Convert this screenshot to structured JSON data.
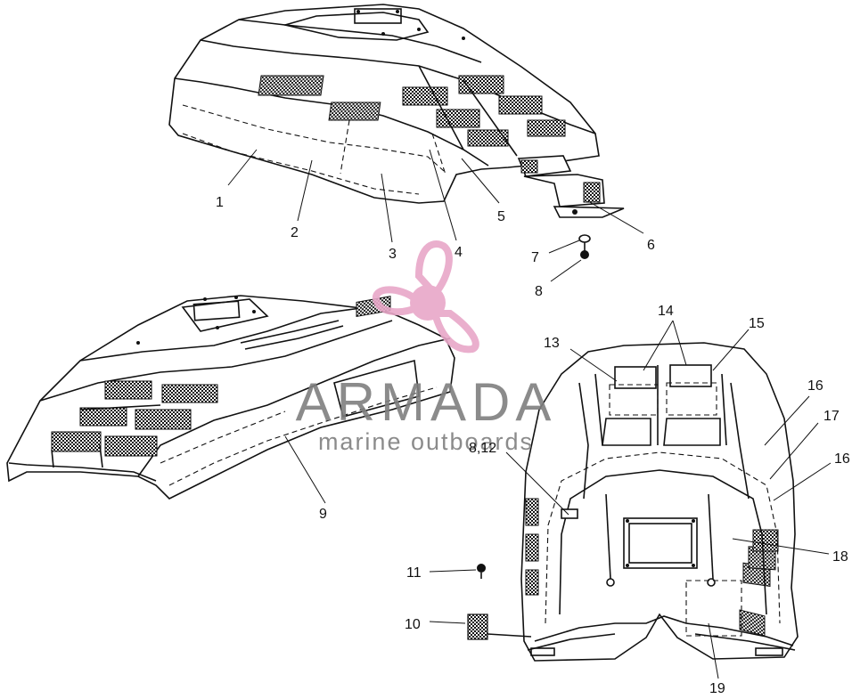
{
  "watermark": {
    "brand": "ARMADA",
    "tagline": "marine outboards",
    "brand_color": "#7f7f7f",
    "logo_color": "#e8a7c8"
  },
  "callouts": [
    {
      "id": "c1",
      "label": "1"
    },
    {
      "id": "c2",
      "label": "2"
    },
    {
      "id": "c3",
      "label": "3"
    },
    {
      "id": "c4",
      "label": "4"
    },
    {
      "id": "c5",
      "label": "5"
    },
    {
      "id": "c6",
      "label": "6"
    },
    {
      "id": "c7",
      "label": "7"
    },
    {
      "id": "c8",
      "label": "8"
    },
    {
      "id": "c9",
      "label": "9"
    },
    {
      "id": "c10",
      "label": "10"
    },
    {
      "id": "c11",
      "label": "11"
    },
    {
      "id": "c8_12",
      "label": "8,12"
    },
    {
      "id": "c13",
      "label": "13"
    },
    {
      "id": "c14",
      "label": "14"
    },
    {
      "id": "c15",
      "label": "15"
    },
    {
      "id": "c16a",
      "label": "16"
    },
    {
      "id": "c17",
      "label": "17"
    },
    {
      "id": "c16b",
      "label": "16"
    },
    {
      "id": "c18",
      "label": "18"
    },
    {
      "id": "c19",
      "label": "19"
    }
  ]
}
